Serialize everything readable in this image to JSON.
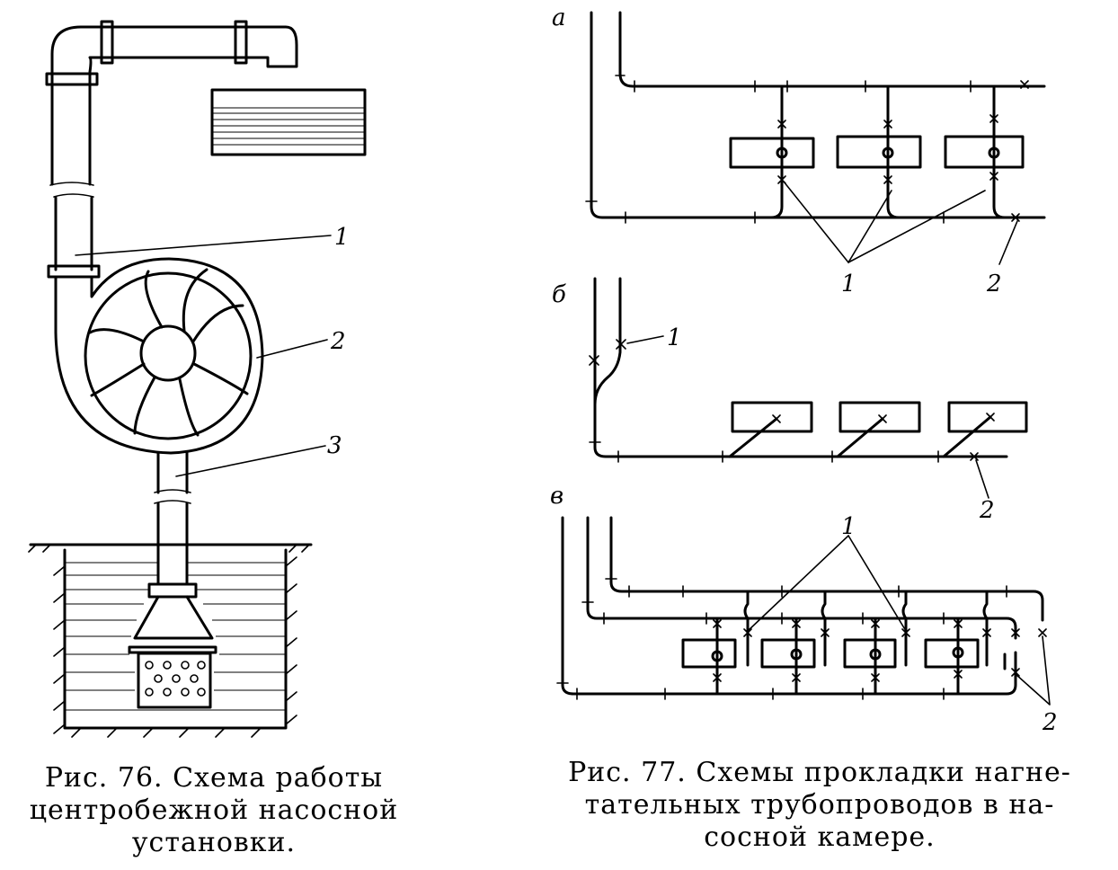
{
  "fig76": {
    "labels": [
      "1",
      "2",
      "3"
    ],
    "caption": [
      "Рис. 76. Схема работы",
      "центробежной насосной",
      "установки."
    ]
  },
  "fig77": {
    "panel_letters": [
      "а",
      "б",
      "в"
    ],
    "labels": {
      "a": [
        "1",
        "2"
      ],
      "b": [
        "1",
        "2"
      ],
      "v": [
        "1",
        "2"
      ]
    },
    "caption": [
      "Рис. 77. Схемы прокладки нагне-",
      "тательных трубопроводов в на-",
      "сосной камере."
    ]
  }
}
